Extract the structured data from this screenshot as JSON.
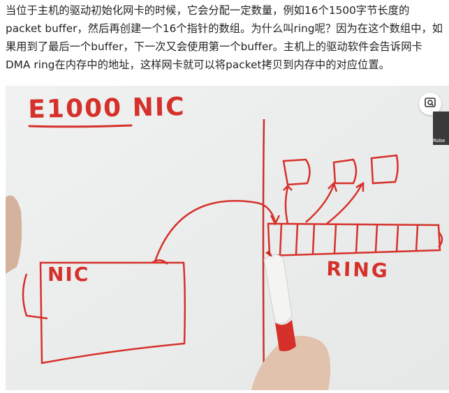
{
  "article": {
    "paragraph": "当位于主机的驱动初始化网卡的时候，它会分配一定数量，例如16个1500字节长度的packet buffer，然后再创建一个16个指针的数组。为什么叫ring呢？因为在这个数组中，如果用到了最后一个buffer，下一次又会使用第一个buffer。主机上的驱动软件会告诉网卡DMA ring在内存中的地址，这样网卡就可以将packet拷贝到内存中的对应位置。"
  },
  "video": {
    "whiteboard": {
      "title": "E1000 NIC",
      "nic_label": "NIC",
      "ring_label": "RING"
    },
    "presenter_name": "Robe",
    "camera_icon": "camera-search-icon"
  }
}
